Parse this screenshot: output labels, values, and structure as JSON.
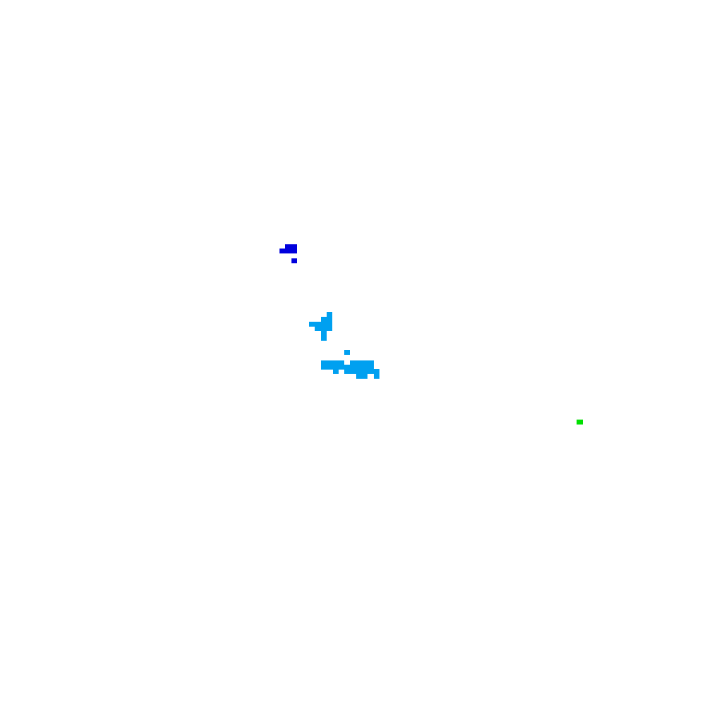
{
  "colors": {
    "background": "#ffffff",
    "dark_blue": "#0000dd",
    "light_blue": "#00a0f0",
    "green": "#00e000"
  },
  "regions": [
    {
      "name": "dark-blue-cluster",
      "color_key": "dark_blue"
    },
    {
      "name": "light-blue-cluster-upper",
      "color_key": "light_blue"
    },
    {
      "name": "light-blue-cluster-lower",
      "color_key": "light_blue"
    },
    {
      "name": "green-dot",
      "color_key": "green"
    }
  ]
}
